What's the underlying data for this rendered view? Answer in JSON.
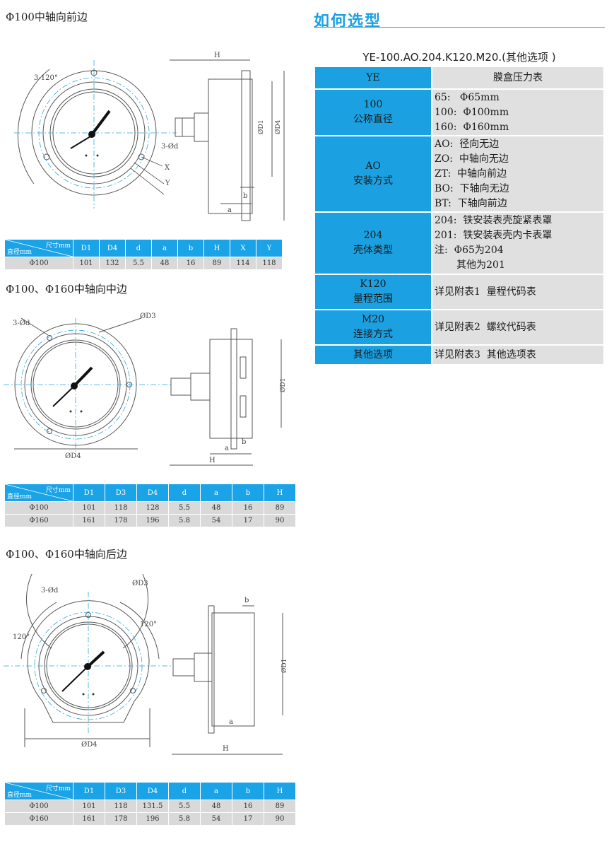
{
  "left": {
    "s1": {
      "title": "Φ100中轴向前边",
      "labels": {
        "h": "H",
        "angle": "3-120°",
        "hole": "3-Ød",
        "x": "X",
        "y": "Y",
        "d1": "ØD1",
        "d4": "ØD4",
        "b": "b",
        "a": "a"
      },
      "table": {
        "corner_top": "尺寸mm",
        "corner_bottom": "直径mm",
        "headers": [
          "D1",
          "D4",
          "d",
          "a",
          "b",
          "H",
          "X",
          "Y"
        ],
        "rows": [
          [
            "Φ100",
            "101",
            "132",
            "5.5",
            "48",
            "16",
            "89",
            "114",
            "118"
          ]
        ]
      }
    },
    "s2": {
      "title": "Φ100、Φ160中轴向中边",
      "labels": {
        "hole": "3-Ød",
        "d3": "ØD3",
        "d4": "ØD4",
        "d1": "ØD1",
        "a": "a",
        "b": "b",
        "h": "H"
      },
      "table": {
        "corner_top": "尺寸mm",
        "corner_bottom": "直径mm",
        "headers": [
          "D1",
          "D3",
          "D4",
          "d",
          "a",
          "b",
          "H"
        ],
        "rows": [
          [
            "Φ100",
            "101",
            "118",
            "128",
            "5.5",
            "48",
            "16",
            "89"
          ],
          [
            "Φ160",
            "161",
            "178",
            "196",
            "5.8",
            "54",
            "17",
            "90"
          ]
        ]
      }
    },
    "s3": {
      "title": "Φ100、Φ160中轴向后边",
      "labels": {
        "hole": "3-Ød",
        "d3": "ØD3",
        "a120l": "120°",
        "a120r": "120°",
        "d4": "ØD4",
        "d1": "ØD1",
        "a": "a",
        "b": "b",
        "h": "H"
      },
      "table": {
        "corner_top": "尺寸mm",
        "corner_bottom": "直径mm",
        "headers": [
          "D1",
          "D3",
          "D4",
          "d",
          "a",
          "b",
          "H"
        ],
        "rows": [
          [
            "Φ100",
            "101",
            "118",
            "131.5",
            "5.5",
            "48",
            "16",
            "89"
          ],
          [
            "Φ160",
            "161",
            "178",
            "196",
            "5.8",
            "54",
            "17",
            "90"
          ]
        ]
      }
    }
  },
  "right": {
    "heading": "如何选型",
    "model": "YE-100.AO.204.K120.M20.(其他选项 )",
    "rows": [
      {
        "key": [
          "YE"
        ],
        "val": [
          "膜盒压力表"
        ],
        "center": true
      },
      {
        "key": [
          "100",
          "公称直径"
        ],
        "val": [
          "65:   Φ65mm",
          "100:  Φ100mm",
          "160:  Φ160mm"
        ]
      },
      {
        "key": [
          "AO",
          "安装方式"
        ],
        "val": [
          "AO:  径向无边",
          "ZO:  中轴向无边",
          "ZT:  中轴向前边",
          "BO:  下轴向无边",
          "BT:  下轴向前边"
        ]
      },
      {
        "key": [
          "204",
          "壳体类型"
        ],
        "val": [
          "204:  铁安装表壳旋紧表罩",
          "201:  铁安装表壳内卡表罩",
          "注:  Φ65为204",
          "       其他为201"
        ]
      },
      {
        "key": [
          "K120",
          "量程范围"
        ],
        "val": [
          "详见附表1  量程代码表"
        ]
      },
      {
        "key": [
          "M20",
          "连接方式"
        ],
        "val": [
          "详见附表2  螺纹代码表"
        ]
      },
      {
        "key": [
          "其他选项"
        ],
        "val": [
          "详见附表3  其他选项表"
        ]
      }
    ]
  },
  "colors": {
    "accent": "#1ba1e2",
    "row_gray": "#d9d9d9",
    "center_line": "#2fa8e0"
  }
}
